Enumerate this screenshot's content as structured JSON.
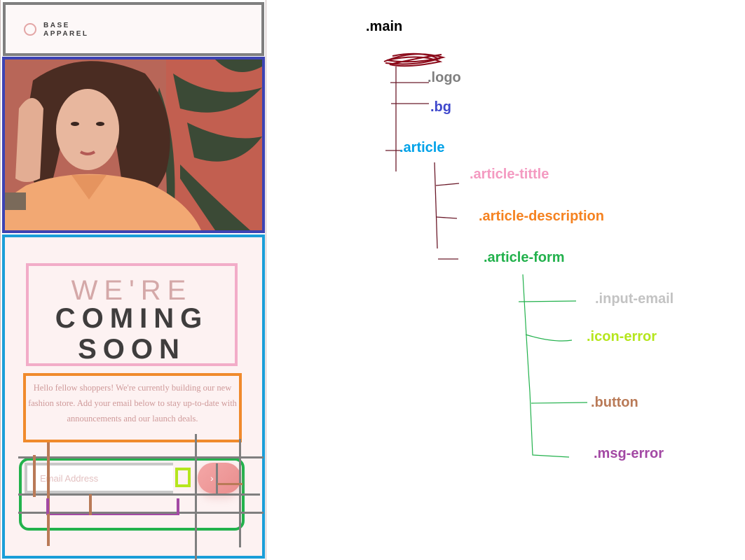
{
  "logo": {
    "line1": "BASE",
    "line2": "APPAREL"
  },
  "article": {
    "title": [
      "WE'RE",
      "COMING",
      "SOON"
    ],
    "description": "Hello fellow shoppers! We're currently building our new fashion store. Add your email below to stay up-to-date with announcements and our launch deals."
  },
  "form": {
    "input_placeholder": "Email Address",
    "button_icon": "arrow-right-icon",
    "button_glyph": "›"
  },
  "tree": {
    "root": ".main",
    "nodes": [
      {
        "label": ".logo",
        "color": "#7f7f7f"
      },
      {
        "label": ".bg",
        "color": "#3f48cc"
      },
      {
        "label": ".article",
        "color": "#00a2e8"
      },
      {
        "label": ".article-tittle",
        "color": "#f49ac1"
      },
      {
        "label": ".article-description",
        "color": "#f58220"
      },
      {
        "label": ".article-form",
        "color": "#22b14c"
      },
      {
        "label": ".input-email",
        "color": "#c3c3c3"
      },
      {
        "label": ".icon-error",
        "color": "#b5e61d"
      },
      {
        "label": ".button",
        "color": "#b97a57"
      },
      {
        "label": ".msg-error",
        "color": "#a349a4"
      }
    ]
  },
  "colors": {
    "main": "#000000",
    "scribble": "#8b0a1a",
    "tree_line_main": "#6b1a2a",
    "tree_line_form": "#22b14c"
  }
}
